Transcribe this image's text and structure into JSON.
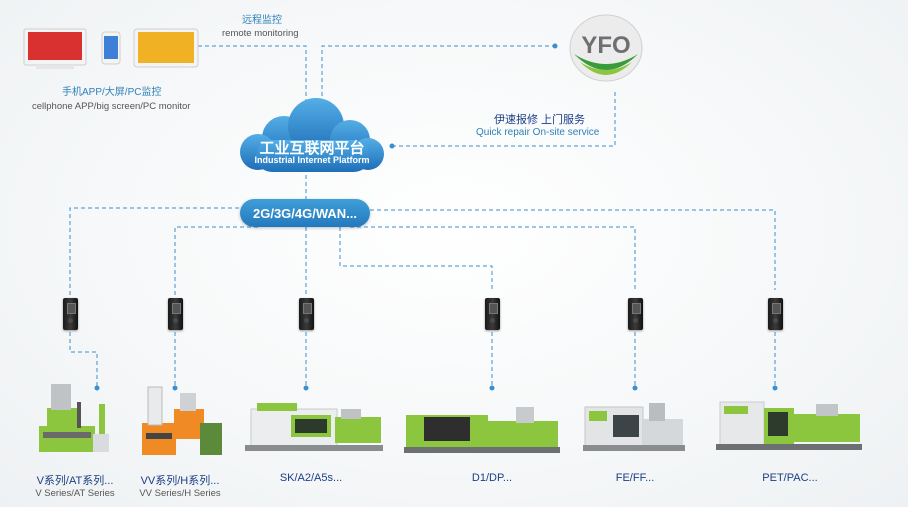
{
  "remote": {
    "cn": "远程监控",
    "en": "remote monitoring"
  },
  "client": {
    "cn": "手机APP/大屏/PC监控",
    "en": "cellphone APP/big screen/PC monitor"
  },
  "logo": {
    "text": "YFO"
  },
  "repair": {
    "cn": "伊速报修  上门服务",
    "en": "Quick repair  On-site service"
  },
  "cloud": {
    "cn": "工业互联网平台",
    "en": "Industrial Internet Platform"
  },
  "network": {
    "label": "2G/3G/4G/WAN..."
  },
  "machines": [
    {
      "label": "V系列/AT系列...",
      "sub": "V Series/AT Series"
    },
    {
      "label": "VV系列/H系列...",
      "sub": "VV Series/H Series"
    },
    {
      "label": "SK/A2/A5s..."
    },
    {
      "label": "D1/DP..."
    },
    {
      "label": "FE/FF..."
    },
    {
      "label": "PET/PAC..."
    }
  ],
  "colors": {
    "link": "#3a8fd0",
    "cloud": "#2f86cf",
    "machine_green": "#8cc63f",
    "machine_gray": "#d9dcde",
    "orange": "#f08a24"
  }
}
